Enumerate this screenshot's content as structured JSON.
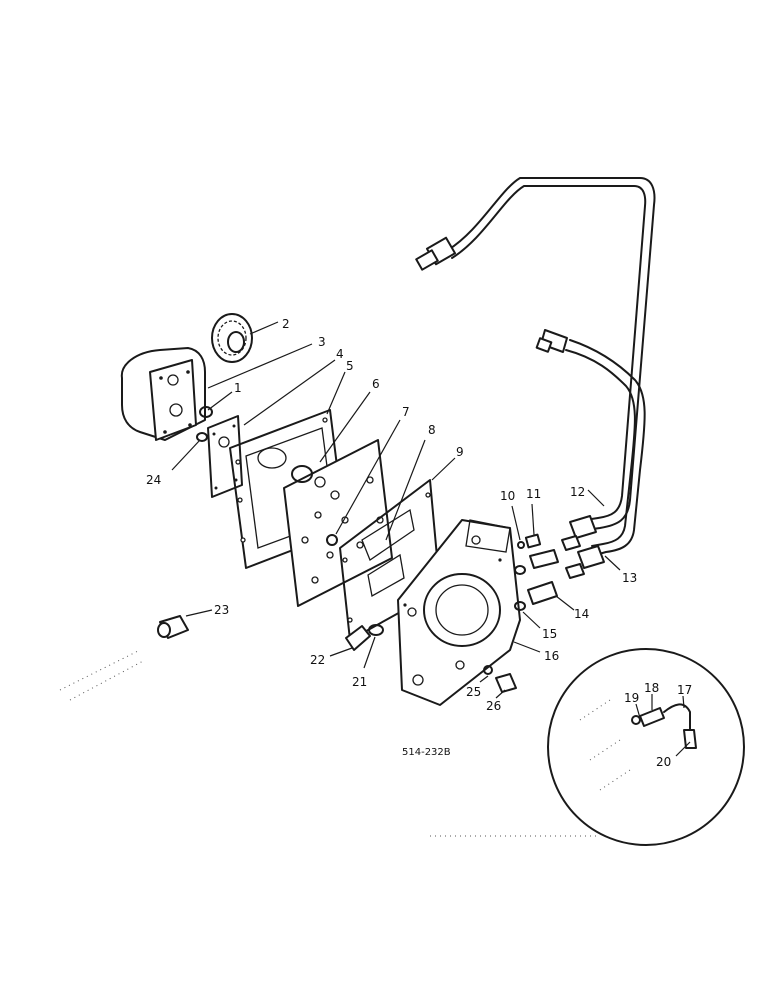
{
  "diagram_code": "514-232B",
  "callouts": {
    "c1": "1",
    "c2": "2",
    "c3": "3",
    "c4": "4",
    "c5": "5",
    "c6": "6",
    "c7": "7",
    "c8": "8",
    "c9": "9",
    "c10": "10",
    "c11": "11",
    "c12": "12",
    "c13": "13",
    "c14": "14",
    "c15": "15",
    "c16": "16",
    "c17": "17",
    "c18": "18",
    "c19": "19",
    "c20": "20",
    "c21": "21",
    "c22": "22",
    "c23": "23",
    "c24": "24",
    "c25": "25",
    "c26": "26"
  }
}
